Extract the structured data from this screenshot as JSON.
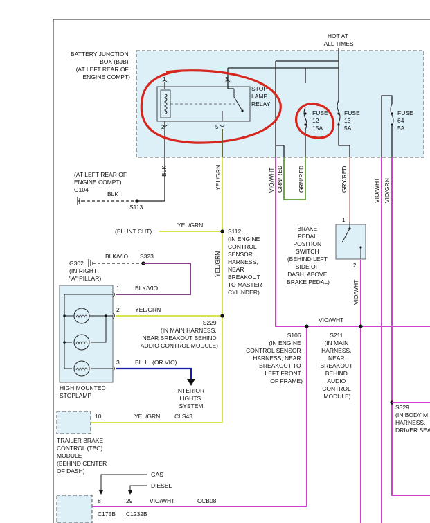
{
  "bjb": {
    "label_1": "BATTERY JUNCTION",
    "label_2": "BOX (BJB)",
    "label_3": "(AT LEFT REAR OF",
    "label_4": "ENGINE COMPT)"
  },
  "hot": {
    "line1": "HOT AT",
    "line2": "ALL TIMES"
  },
  "relay": {
    "line1": "STOP",
    "line2": "LAMP",
    "line3": "RELAY",
    "pin1": "1",
    "pin2": "2",
    "pin3": "3",
    "pin5": "5"
  },
  "fuse12": {
    "word": "FUSE",
    "num": "12",
    "amp": "15A"
  },
  "fuse13": {
    "word": "FUSE",
    "num": "13",
    "amp": "5A"
  },
  "fuse64": {
    "word": "FUSE",
    "num": "64",
    "amp": "5A"
  },
  "wires": {
    "blk_vert": "BLK",
    "yelgrn_vert1": "YEL/GRN",
    "viowht_vert1": "VIO/WHT",
    "grnred_vert1": "GRN/RED",
    "grnred_vert2": "GRN/RED",
    "gryred_vert": "GRY/RED",
    "viowht_vert2": "VIO/WHT",
    "viogrn_vert": "VIO/GRN",
    "blk_horiz": "BLK",
    "yelgrn_blunt": "YEL/GRN",
    "yelgrn_vert2": "YEL/GRN",
    "blkvio_top": "BLK/VIO",
    "blkvio_pin": "BLK/VIO",
    "yelgrn_pin2": "YEL/GRN",
    "blu": "BLU",
    "or_vio": "(OR VIO)",
    "yelgrn_tbc": "YEL/GRN",
    "viowht_horiz": "VIO/WHT",
    "viowht_bottom": "VIO/WHT",
    "viowht_switch": "VIO/WHT"
  },
  "g104": {
    "line1": "(AT LEFT REAR OF",
    "line2": "ENGINE COMPT)",
    "id": "G104"
  },
  "s113": "S113",
  "blunt_cut": "(BLUNT CUT)",
  "s112": {
    "id": "S112",
    "d1": "(IN ENGINE",
    "d2": "CONTROL",
    "d3": "SENSOR",
    "d4": "HARNESS,",
    "d5": "NEAR",
    "d6": "BREAKOUT",
    "d7": "TO MASTER",
    "d8": "CYLINDER)"
  },
  "g302": {
    "id": "G302",
    "d1": "(IN RIGHT",
    "d2": "\"A\" PILLAR)"
  },
  "s323": "S323",
  "stoplamp": {
    "pin1": "1",
    "pin2": "2",
    "pin3": "3",
    "name1": "HIGH MOUNTED",
    "name2": "STOPLAMP"
  },
  "s229": {
    "id": "S229",
    "d1": "(IN MAIN HARNESS,",
    "d2": "NEAR BREAKOUT BEHIND",
    "d3": "AUDIO CONTROL MODULE)"
  },
  "interior": {
    "l1": "INTERIOR",
    "l2": "LIGHTS",
    "l3": "SYSTEM"
  },
  "tbc": {
    "pin": "10",
    "circuit": "CLS43",
    "l1": "TRAILER BRAKE",
    "l2": "CONTROL (TBC)",
    "l3": "MODULE",
    "l4": "(BEHIND CENTER",
    "l5": "OF DASH)"
  },
  "gas": "GAS",
  "diesel": "DIESEL",
  "bottom": {
    "pin8": "8",
    "pin29": "29",
    "circuit": "CCB08",
    "c1": "C175B",
    "c2": "C1232B"
  },
  "brake_switch": {
    "l1": "BRAKE",
    "l2": "PEDAL",
    "l3": "POSITION",
    "l4": "SWITCH",
    "l5": "(BEHIND LEFT",
    "l6": "SIDE OF",
    "l7": "DASH, ABOVE",
    "l8": "BRAKE PEDAL)",
    "pin1": "1",
    "pin2": "2"
  },
  "s106": {
    "id": "S106",
    "d1": "(IN ENGINE",
    "d2": "CONTROL SENSOR",
    "d3": "HARNESS, NEAR",
    "d4": "BREAKOUT TO",
    "d5": "LEFT FRONT",
    "d6": "OF FRAME)"
  },
  "s211": {
    "id": "S211",
    "d1": "(IN MAIN",
    "d2": "HARNESS,",
    "d3": "NEAR",
    "d4": "BREAKOUT",
    "d5": "BEHIND",
    "d6": "AUDIO",
    "d7": "CONTROL",
    "d8": "MODULE)"
  },
  "s329": {
    "id": "S329",
    "d1": "(IN BODY M",
    "d2": "HARNESS,",
    "d3": "DRIVER SEA"
  }
}
